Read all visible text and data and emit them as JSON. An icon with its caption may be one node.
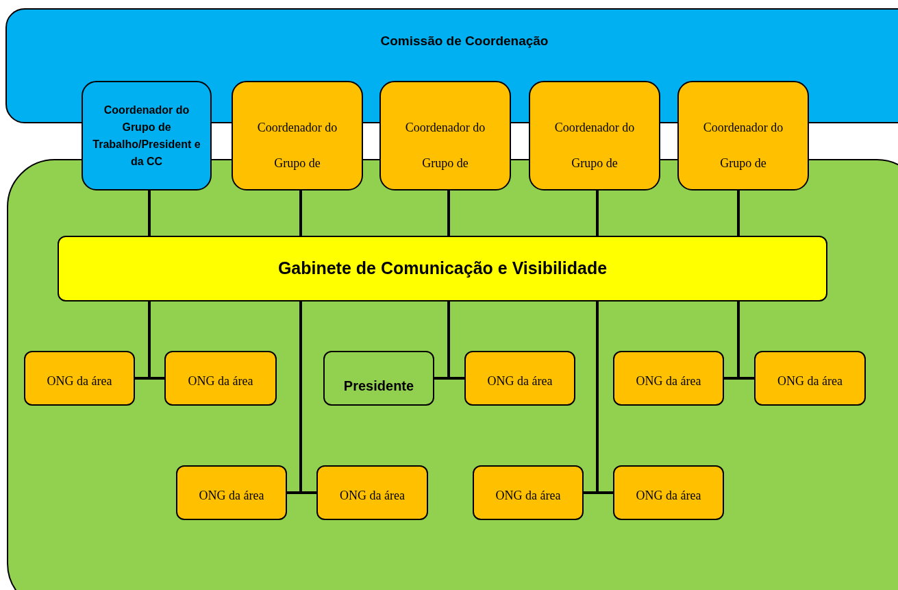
{
  "diagram": {
    "nodes": [
      {
        "text": [
          "Comissão de Coordenação"
        ]
      },
      {
        "text": [],
        "shape": "box"
      },
      {
        "text": [
          "Coordenador do Grupo de Trabalho/President e da CC"
        ]
      },
      {
        "text": [
          "Coordenador do Grupo de"
        ]
      },
      {
        "text": [
          "Coordenador do Grupo de"
        ]
      },
      {
        "text": [
          "Coordenador do Grupo de"
        ]
      },
      {
        "text": [
          "Coordenador do Grupo de"
        ]
      },
      {
        "text": [
          "Gabinete de Comunicação e Visibilidade"
        ],
        "in": 1
      },
      {
        "text": [
          "ONG da área"
        ],
        "in": 1
      },
      {
        "text": [
          "ONG da área"
        ],
        "in": 1
      },
      {
        "text": [
          "Presidente"
        ],
        "in": 1
      },
      {
        "text": [
          "ONG da área"
        ],
        "in": 1
      },
      {
        "text": [
          "ONG da área"
        ],
        "in": 1
      },
      {
        "text": [
          "ONG da área"
        ],
        "in": 1
      },
      {
        "text": [
          "ONG da área"
        ],
        "in": 1
      },
      {
        "text": [
          "ONG da área"
        ],
        "in": 1
      },
      {
        "text": [
          "ONG da área"
        ],
        "in": 1
      },
      {
        "text": [
          "ONG da área"
        ],
        "in": 1
      }
    ],
    "edges": [
      {
        "from": 2,
        "to": 7,
        "arrow": "none"
      },
      {
        "from": 3,
        "to": 7,
        "arrow": "none"
      },
      {
        "from": 4,
        "to": 7,
        "arrow": "none"
      },
      {
        "from": 5,
        "to": 7,
        "arrow": "none"
      },
      {
        "from": 6,
        "to": 7,
        "arrow": "none"
      },
      {
        "from": 7,
        "to": 8,
        "arrow": "none"
      },
      {
        "from": 7,
        "to": 9,
        "arrow": "none"
      },
      {
        "from": 7,
        "to": 14,
        "arrow": "none"
      },
      {
        "from": 7,
        "to": 15,
        "arrow": "none"
      },
      {
        "from": 7,
        "to": 10,
        "arrow": "none"
      },
      {
        "from": 7,
        "to": 11,
        "arrow": "none"
      },
      {
        "from": 7,
        "to": 16,
        "arrow": "none"
      },
      {
        "from": 7,
        "to": 17,
        "arrow": "none"
      },
      {
        "from": 7,
        "to": 12,
        "arrow": "none"
      },
      {
        "from": 7,
        "to": 13,
        "arrow": "none"
      }
    ]
  }
}
